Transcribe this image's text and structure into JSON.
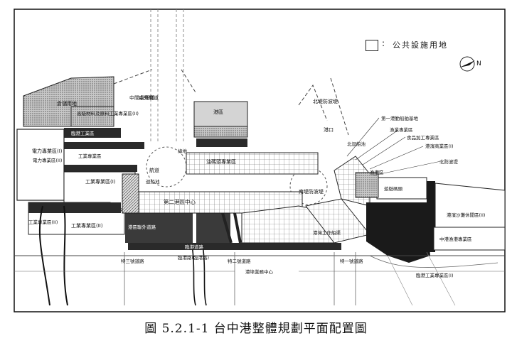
{
  "caption": "圖 5.2.1-1 台中港整體規劃平面配置圖",
  "legend": {
    "separator": ":",
    "label": "公共設施用地"
  },
  "north_arrow": "N",
  "labels": {
    "a": "倉儲用地",
    "b": "高級材料及原料工業專業區(II)",
    "c": "中間處理場",
    "d": "臨港工業區",
    "e": "電力專業區(I)",
    "f": "工業專業區",
    "g": "工業專業區(II)",
    "h": "工業專業區(II)",
    "i": "港區",
    "j": "中央航道",
    "k": "航道",
    "l": "北堤防波堤",
    "m": "第一港勤船舶基地",
    "n": "漁業專業區",
    "o": "食品加工專業區",
    "p": "港濱商業區(I)",
    "q": "漁港區",
    "r": "北防波堤",
    "s": "遊艇碼頭",
    "t": "港濱沙灘休閒區(II)",
    "u": "中港漁港專業區",
    "v": "臨港工業專業區(I)",
    "w": "電力專業區(II)",
    "x": "第二港區中心",
    "y": "南堤防波堤",
    "z": "油碼頭專業區",
    "aa": "港區聯外道路",
    "ab": "臨港路(臨港路)",
    "ac": "臨港道路",
    "ad": "特二號道路",
    "ae": "特一號道路",
    "af": "特三號道路",
    "ag": "綠地",
    "ah": "港埠業務中心",
    "ai": "港灣工作船渠",
    "aj": "港口",
    "ak": "工業專業區(I)",
    "al": "迴船池",
    "am": "北迴船池"
  }
}
